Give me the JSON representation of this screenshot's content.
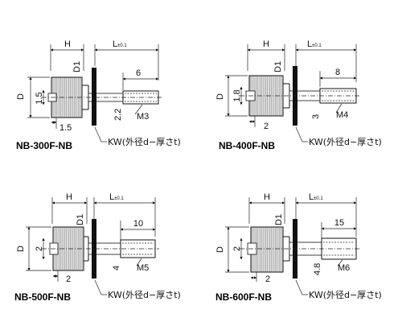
{
  "colors": {
    "line": "#111111",
    "knurl_fill": "#d9d9d9",
    "washer": "#111111"
  },
  "common": {
    "H": "H",
    "L": "L",
    "L_tol": "±0.1",
    "D": "D",
    "D1": "D1",
    "kw_note": "KW(外径d−厚さt)"
  },
  "parts": [
    {
      "model": "NB-300F-NB",
      "thread_len": "6",
      "thread": "M3",
      "screw_dia": "2.2",
      "body_dim": "1.5",
      "step": "1.5"
    },
    {
      "model": "NB-400F-NB",
      "thread_len": "8",
      "thread": "M4",
      "screw_dia": "3",
      "body_dim": "1.8",
      "step": "2"
    },
    {
      "model": "NB-500F-NB",
      "thread_len": "10",
      "thread": "M5",
      "screw_dia": "4",
      "body_dim": "2",
      "step": "2"
    },
    {
      "model": "NB-600F-NB",
      "thread_len": "15",
      "thread": "M6",
      "screw_dia": "4.8",
      "body_dim": "2",
      "step": "2"
    }
  ]
}
